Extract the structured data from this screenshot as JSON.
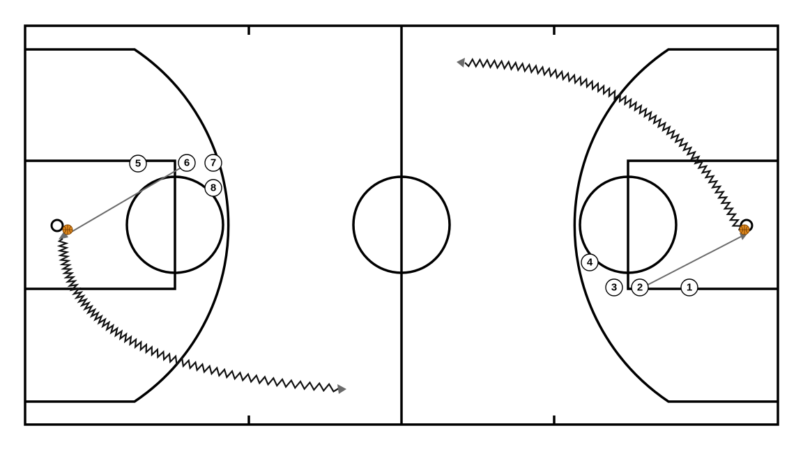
{
  "colors": {
    "court_background": "#ffffff",
    "court_lines": "#000000",
    "pass_line": "#6b6b6b",
    "dribble_line": "#111111",
    "ball": "#e08a1e"
  },
  "players": [
    {
      "id": "p1",
      "label": "1"
    },
    {
      "id": "p2",
      "label": "2"
    },
    {
      "id": "p3",
      "label": "3"
    },
    {
      "id": "p4",
      "label": "4"
    },
    {
      "id": "p5",
      "label": "5"
    },
    {
      "id": "p6",
      "label": "6"
    },
    {
      "id": "p7",
      "label": "7"
    },
    {
      "id": "p8",
      "label": "8"
    }
  ],
  "icons": {
    "ball": "basketball-icon",
    "hoop": "hoop-icon"
  }
}
